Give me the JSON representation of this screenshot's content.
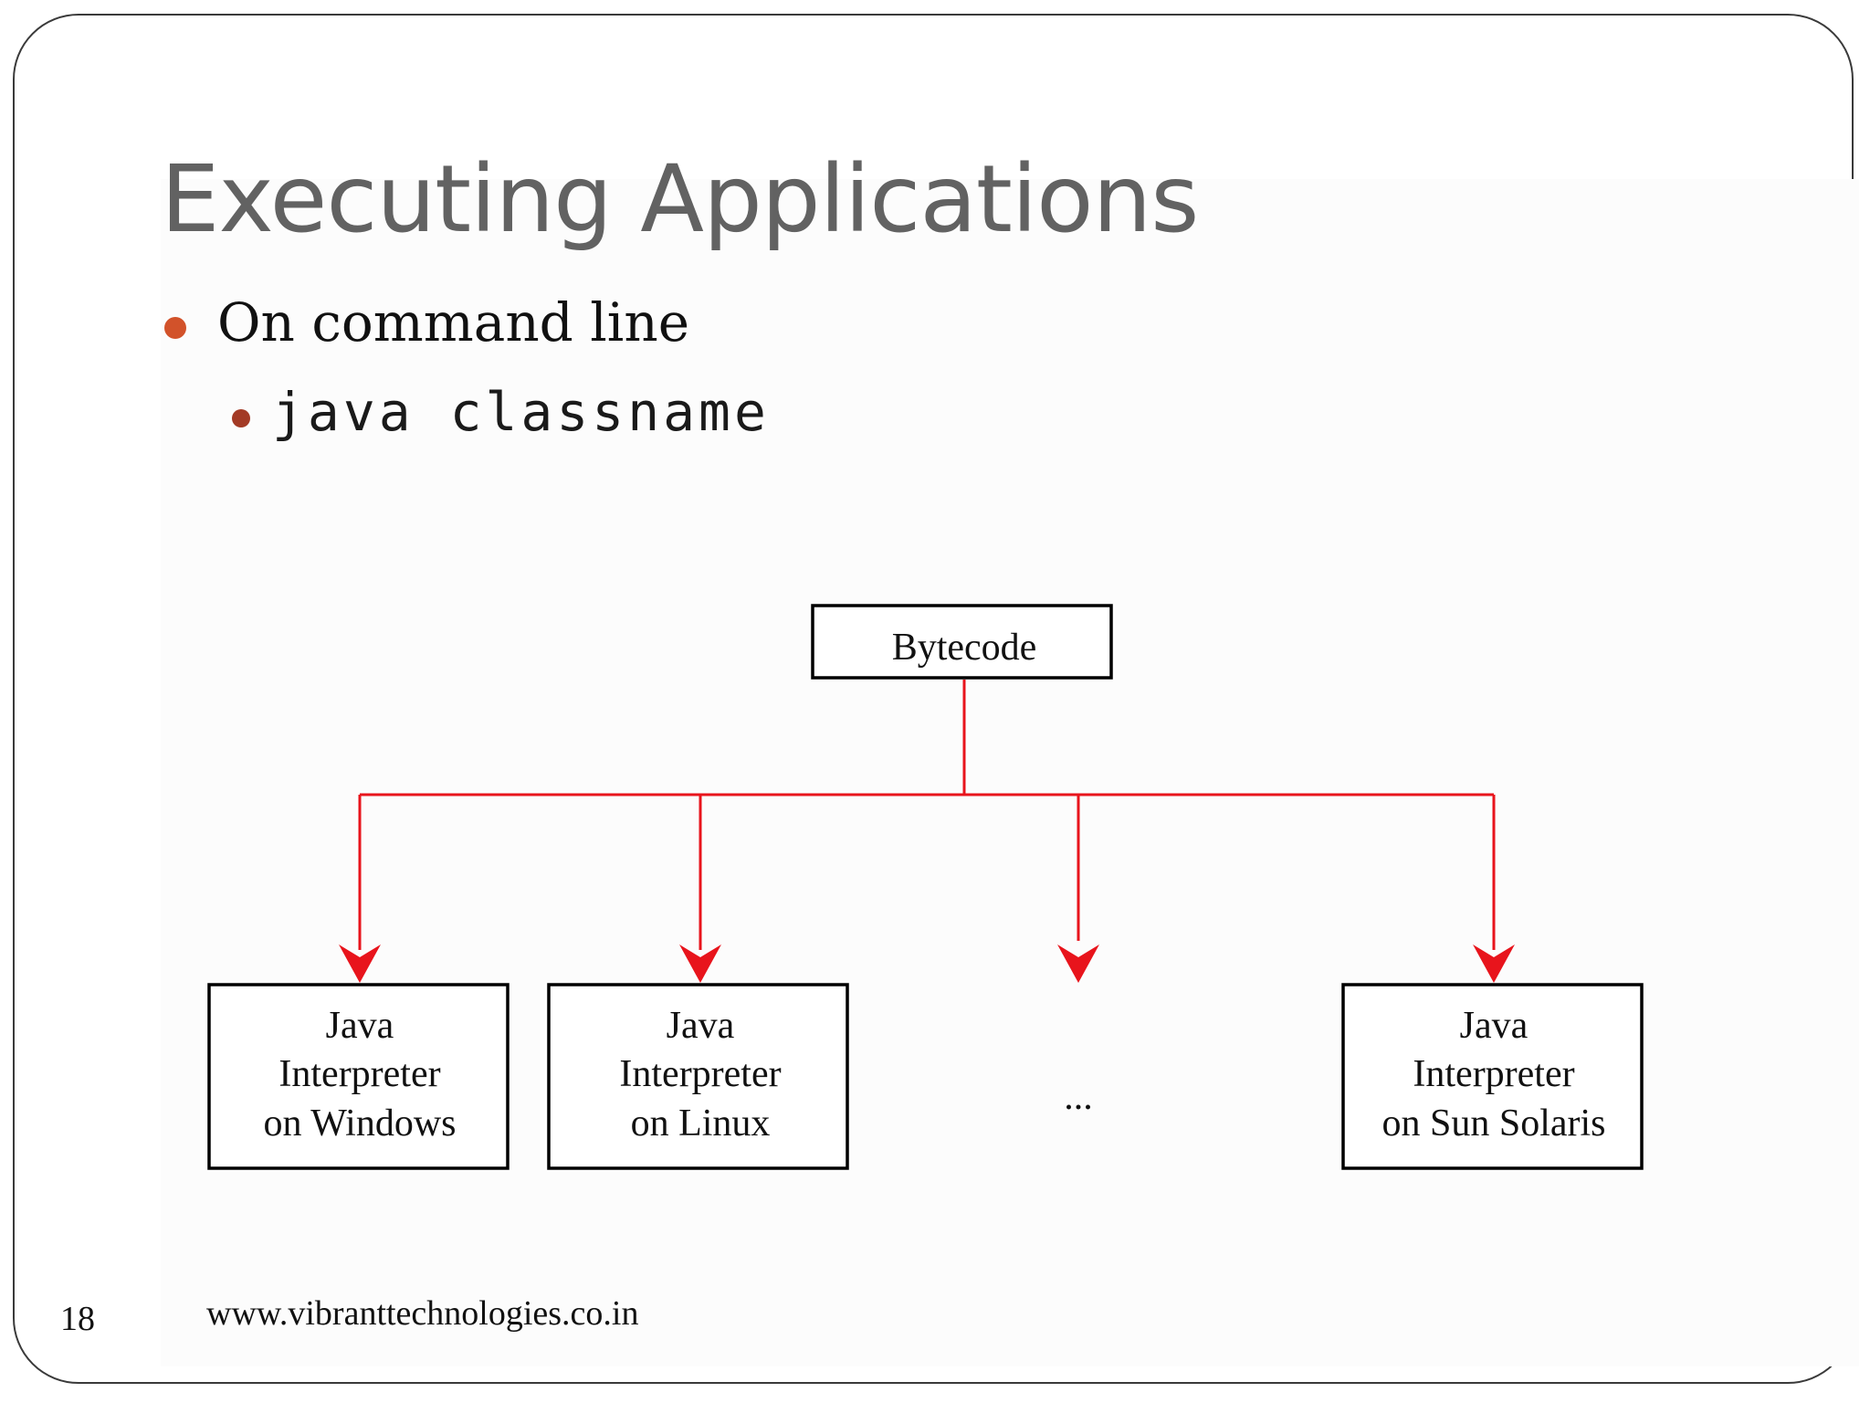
{
  "slide": {
    "title": "Executing Applications",
    "bullets": [
      {
        "text": "On command line",
        "color": "#d2522a"
      },
      {
        "text": "java classname",
        "color": "#a33a25"
      }
    ],
    "diagram": {
      "root": "Bytecode",
      "leaves": [
        {
          "line1": "Java",
          "line2": "Interpreter",
          "line3": "on Windows"
        },
        {
          "line1": "Java",
          "line2": "Interpreter",
          "line3": "on Linux"
        },
        {
          "ellipsis": "..."
        },
        {
          "line1": "Java",
          "line2": "Interpreter",
          "line3": "on Sun Solaris"
        }
      ],
      "arrow_color": "#e8141c"
    },
    "page_number": "18",
    "footer_url": "www.vibranttechnologies.co.in"
  }
}
